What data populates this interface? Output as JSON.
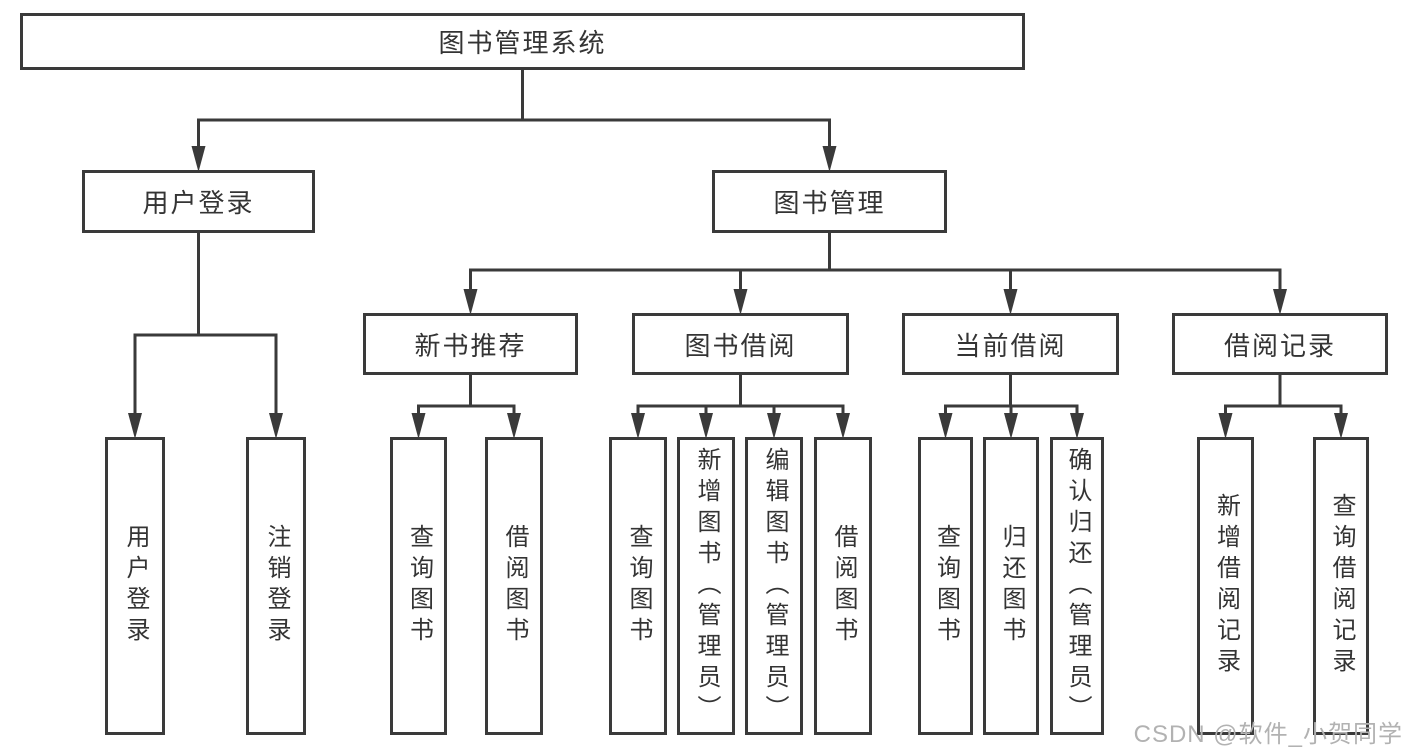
{
  "tree": {
    "label": "图书管理系统",
    "children": [
      {
        "label": "用户登录",
        "children": [
          {
            "label": "用户登录"
          },
          {
            "label": "注销登录"
          }
        ]
      },
      {
        "label": "图书管理",
        "children": [
          {
            "label": "新书推荐",
            "children": [
              {
                "label": "查询图书"
              },
              {
                "label": "借阅图书"
              }
            ]
          },
          {
            "label": "图书借阅",
            "children": [
              {
                "label": "查询图书"
              },
              {
                "label": "新增图书（管理员）"
              },
              {
                "label": "编辑图书（管理员）"
              },
              {
                "label": "借阅图书"
              }
            ]
          },
          {
            "label": "当前借阅",
            "children": [
              {
                "label": "查询图书"
              },
              {
                "label": "归还图书"
              },
              {
                "label": "确认归还（管理员）"
              }
            ]
          },
          {
            "label": "借阅记录",
            "children": [
              {
                "label": "新增借阅记录"
              },
              {
                "label": "查询借阅记录"
              }
            ]
          }
        ]
      }
    ]
  },
  "watermark": {
    "text": "CSDN @软件_小贺同学"
  },
  "colors": {
    "line": "#3a3a3a",
    "text": "#343434",
    "watermark": "#b2b2b2",
    "background": "#ffffff"
  }
}
